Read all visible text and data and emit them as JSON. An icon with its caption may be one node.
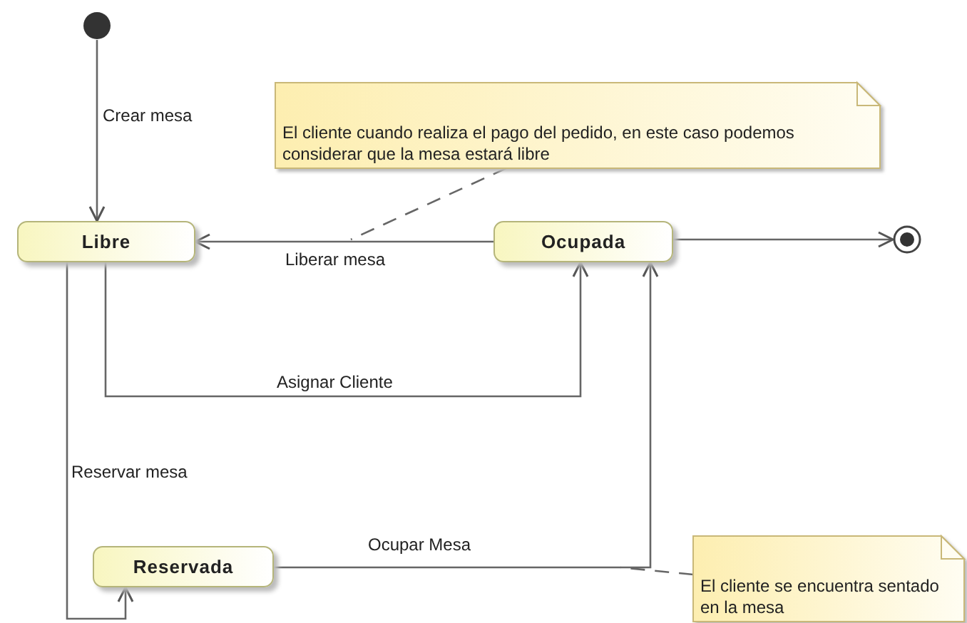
{
  "diagram": {
    "nodes": [
      {
        "text": [],
        "shape": "circle"
      },
      {
        "text": [
          "Libre"
        ]
      },
      {
        "text": [
          "Ocupada"
        ]
      },
      {
        "text": [],
        "shape": "circle"
      },
      {
        "text": [
          "Reservada"
        ]
      },
      {
        "text": [
          "El cliente cuando realiza el pago del pedido, en este caso podemos considerar que la mesa estará libre"
        ]
      },
      {
        "text": [
          "El cliente se encuentra sentado en la mesa"
        ]
      }
    ],
    "edges": [
      {
        "from": 0,
        "to": 1,
        "arrow": "to",
        "label": "Crear mesa"
      },
      {
        "from": 2,
        "to": 1,
        "arrow": "to",
        "label": "Liberar mesa"
      },
      {
        "from": 1,
        "to": 2,
        "arrow": "to",
        "label": "Asignar Cliente"
      },
      {
        "from": 2,
        "to": 3,
        "arrow": "to"
      },
      {
        "from": 1,
        "to": 4,
        "arrow": "to",
        "label": "Reservar mesa"
      },
      {
        "from": 4,
        "to": 2,
        "arrow": "to",
        "label": "Ocupar Mesa"
      },
      {
        "from": 5,
        "to": null,
        "arrow": "none",
        "style": "dashed"
      },
      {
        "from": 6,
        "to": null,
        "arrow": "none",
        "style": "dashed"
      }
    ]
  }
}
